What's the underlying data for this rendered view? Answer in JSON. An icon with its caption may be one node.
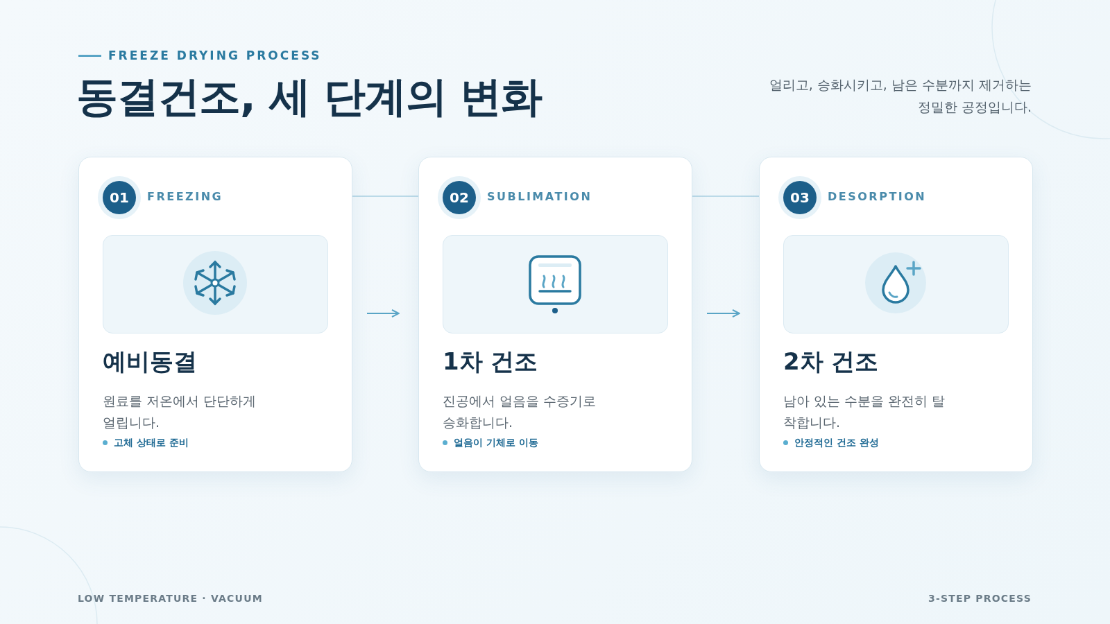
{
  "diagram": {
    "title": "동결건조, 세 단계의 변화",
    "nodes": [
      {
        "text": [
          "01",
          "FREEZING",
          "예비동결",
          "원료를 저온에서 단단하게 얼립니다.",
          "고체 상태로 준비"
        ]
      },
      {
        "text": [
          "02",
          "SUBLIMATION",
          "1차 건조",
          "진공에서 얼음을 수증기로 승화합니다.",
          "얼음이 기체로 이동"
        ]
      },
      {
        "text": [
          "03",
          "DESORPTION",
          "2차 건조",
          "남아 있는 수분을 완전히 탈착합니다.",
          "안정적인 건조 완성"
        ]
      }
    ],
    "edges": [
      {
        "from": 0,
        "to": 1,
        "arrow": "none"
      },
      {
        "from": 1,
        "to": 2,
        "arrow": "none"
      },
      {
        "from": 0,
        "to": 1,
        "arrow": "to"
      },
      {
        "from": 1,
        "to": 2,
        "arrow": "to"
      }
    ],
    "labels": [
      "FREEZE DRYING PROCESS",
      "얼리고, 승화시키고, 남은 수분까지 제거하는 정밀한 공정입니다.",
      "LOW TEMPERATURE · VACUUM",
      "3-STEP PROCESS"
    ]
  }
}
